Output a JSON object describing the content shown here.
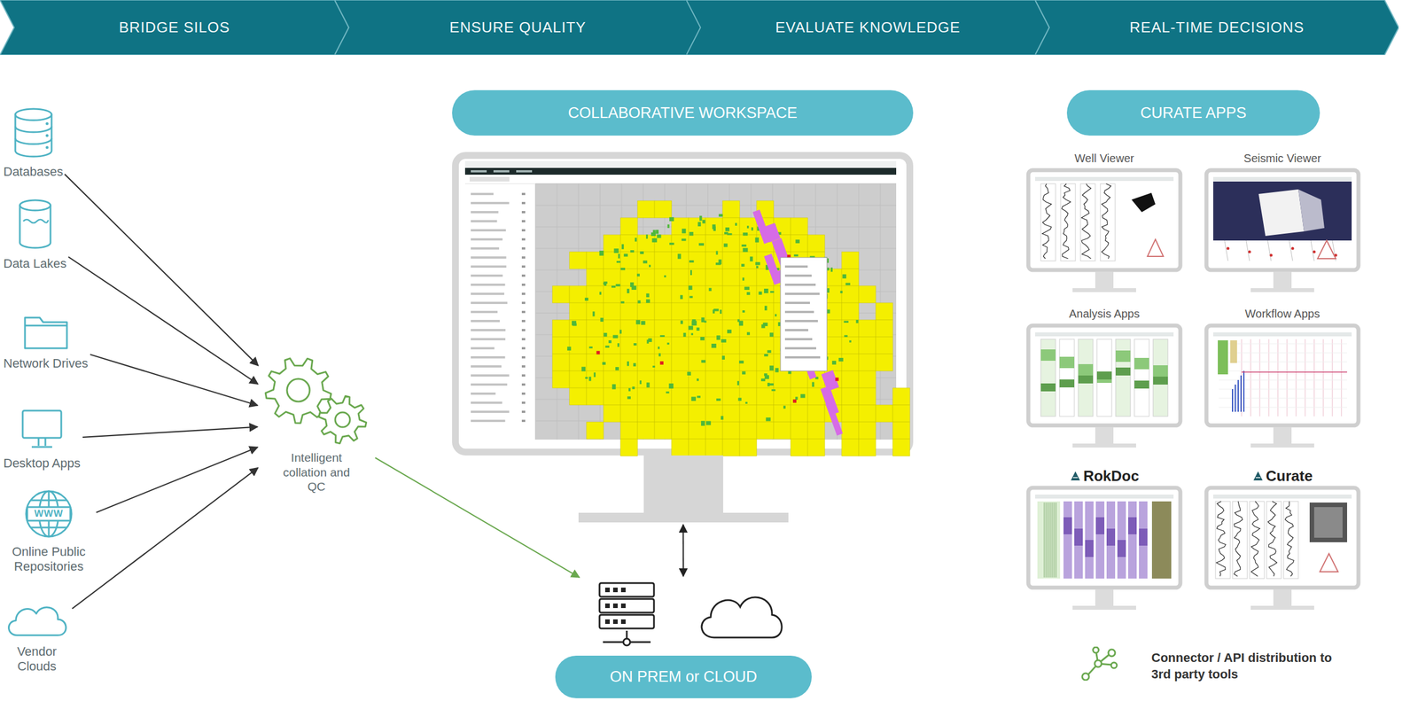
{
  "diagram": {
    "nodes": [
      {
        "text": [
          "BRIDGE SILOS"
        ]
      },
      {
        "text": [
          "ENSURE QUALITY"
        ]
      },
      {
        "text": [
          "EVALUATE KNOWLEDGE"
        ]
      },
      {
        "text": [
          "REAL-TIME DECISIONS"
        ]
      },
      {
        "text": [
          "Databases"
        ]
      },
      {
        "text": [
          "Data Lakes"
        ]
      },
      {
        "text": [
          "Network Drives"
        ]
      },
      {
        "text": [
          "Desktop Apps"
        ]
      },
      {
        "text": [
          "Online Public Repositories"
        ]
      },
      {
        "text": [
          "Vendor Clouds"
        ]
      },
      {
        "text": [
          "Intelligent collation and QC"
        ]
      },
      {
        "text": [
          "COLLABORATIVE WORKSPACE"
        ]
      },
      {
        "text": [
          "ON PREM or CLOUD"
        ]
      },
      {
        "text": [
          "CURATE APPS"
        ]
      },
      {
        "text": [
          "Well Viewer"
        ]
      },
      {
        "text": [
          "Seismic Viewer"
        ]
      },
      {
        "text": [
          "Analysis Apps"
        ]
      },
      {
        "text": [
          "Workflow Apps"
        ]
      },
      {
        "text": [
          "RokDoc"
        ]
      },
      {
        "text": [
          "Curate"
        ]
      }
    ],
    "edges": [
      {
        "from": 4,
        "to": 10,
        "arrow": "to"
      },
      {
        "from": 5,
        "to": 10,
        "arrow": "to"
      },
      {
        "from": 6,
        "to": 10,
        "arrow": "to"
      },
      {
        "from": 7,
        "to": 10,
        "arrow": "to"
      },
      {
        "from": 8,
        "to": 10,
        "arrow": "to"
      },
      {
        "from": 9,
        "to": 10,
        "arrow": "to"
      },
      {
        "from": 10,
        "to": 12,
        "arrow": "to"
      },
      {
        "from": 11,
        "to": 12,
        "arrow": "both"
      }
    ],
    "labels": [
      "WWW",
      "Connector / API distribution to 3rd party tools"
    ]
  }
}
